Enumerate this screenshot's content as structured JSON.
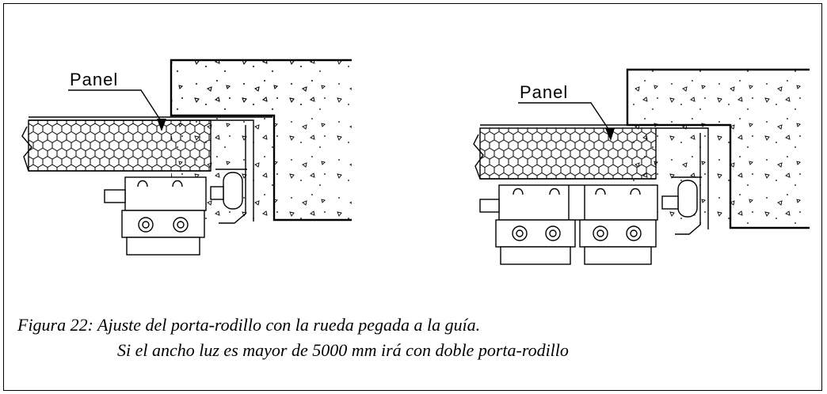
{
  "figure": {
    "left_label": "Panel",
    "right_label": "Panel",
    "caption_line1": "Figura 22: Ajuste del porta-rodillo con la rueda pegada a la guía.",
    "caption_line2": "Si el ancho luz es mayor de 5000 mm irá con doble porta-rodillo"
  }
}
